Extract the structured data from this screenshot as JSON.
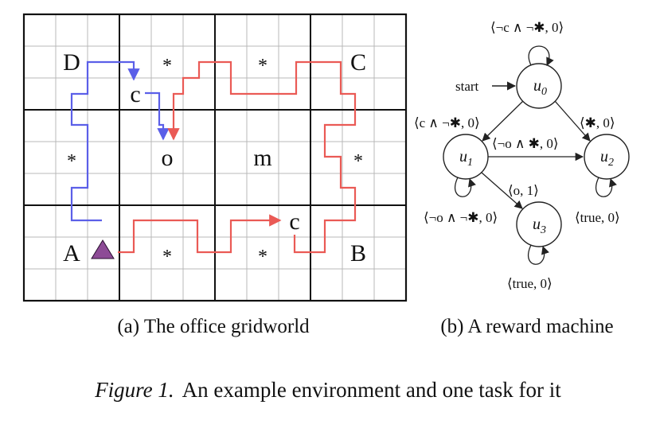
{
  "gridworld": {
    "cells": [
      {
        "id": "D",
        "text": "D",
        "kind": "letter",
        "col": 1,
        "row": 1
      },
      {
        "id": "C",
        "text": "C",
        "kind": "letter",
        "col": 10,
        "row": 1
      },
      {
        "id": "A",
        "text": "A",
        "kind": "letter",
        "col": 1,
        "row": 7
      },
      {
        "id": "B",
        "text": "B",
        "kind": "letter",
        "col": 10,
        "row": 7
      },
      {
        "id": "star-1",
        "text": "*",
        "kind": "star",
        "col": 4,
        "row": 1
      },
      {
        "id": "star-2",
        "text": "*",
        "kind": "star",
        "col": 7,
        "row": 1
      },
      {
        "id": "star-3",
        "text": "*",
        "kind": "star",
        "col": 1,
        "row": 4
      },
      {
        "id": "star-4",
        "text": "*",
        "kind": "star",
        "col": 10,
        "row": 4
      },
      {
        "id": "star-5",
        "text": "*",
        "kind": "star",
        "col": 4,
        "row": 7
      },
      {
        "id": "star-6",
        "text": "*",
        "kind": "star",
        "col": 7,
        "row": 7
      },
      {
        "id": "coffee-1",
        "text": "c",
        "kind": "letter",
        "col": 3,
        "row": 2
      },
      {
        "id": "office",
        "text": "o",
        "kind": "letter",
        "col": 4,
        "row": 4
      },
      {
        "id": "mail",
        "text": "m",
        "kind": "letter",
        "col": 7,
        "row": 4
      },
      {
        "id": "coffee-2",
        "text": "c",
        "kind": "letter",
        "col": 8,
        "row": 6
      }
    ],
    "agent_color": "#8d4b96",
    "blue_path_color": "#5b5fe8",
    "red_path_color": "#ea5a55"
  },
  "reward_machine": {
    "start_label": "start",
    "states": [
      {
        "id": "u0",
        "base": "u",
        "sub": "0"
      },
      {
        "id": "u1",
        "base": "u",
        "sub": "1"
      },
      {
        "id": "u2",
        "base": "u",
        "sub": "2"
      },
      {
        "id": "u3",
        "base": "u",
        "sub": "3"
      }
    ],
    "edges": {
      "u0_self": "⟨¬c ∧ ¬✱, 0⟩",
      "u0_u1": "⟨c ∧ ¬✱, 0⟩",
      "u0_u2": "⟨✱, 0⟩",
      "u1_u2": "⟨¬o ∧ ✱, 0⟩",
      "u1_u3": "⟨o, 1⟩",
      "u1_self": "⟨¬o ∧ ¬✱, 0⟩",
      "u2_self": "⟨true, 0⟩",
      "u3_self": "⟨true, 0⟩"
    }
  },
  "captions": {
    "a": "(a) The office gridworld",
    "b": "(b) A reward machine",
    "figure_label": "Figure 1.",
    "figure_text": "An example environment and one task for it"
  }
}
